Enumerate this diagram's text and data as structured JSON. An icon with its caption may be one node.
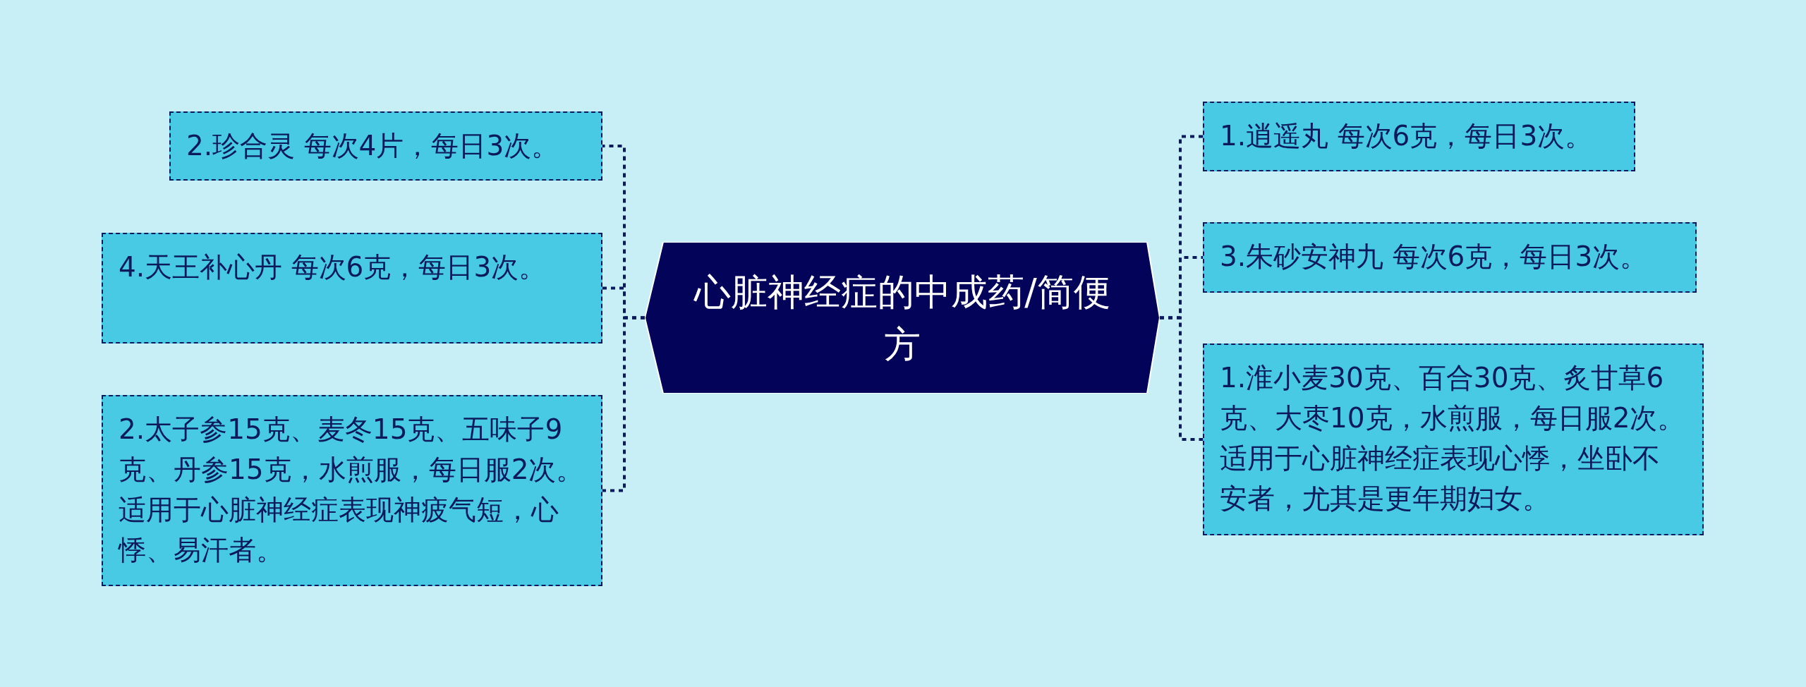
{
  "diagram": {
    "nodes": [
      {
        "text": [
          "心脏神经症的中成药/简便方"
        ]
      },
      {
        "text": [
          "2.珍合灵 每次4片，每日3次。"
        ]
      },
      {
        "text": [
          "4.天王补心丹 每次6克，每日3次。"
        ]
      },
      {
        "text": [
          "2.太子参15克、麦冬15克、五味子9克、丹参15克，水煎服，每日服2次。适用于心脏神经症表现神疲气短，心悸、易汗者。"
        ]
      },
      {
        "text": [
          "1.逍遥丸 每次6克，每日3次。"
        ]
      },
      {
        "text": [
          "3.朱砂安神九 每次6克，每日3次。"
        ]
      },
      {
        "text": [
          "1.淮小麦30克、百合30克、炙甘草6克、大枣10克，水煎服，每日服2次。适用于心脏神经症表现心悸，坐卧不安者，尤其是更年期妇女。"
        ]
      }
    ],
    "edges": [
      {
        "from": 0,
        "to": 1,
        "arrow": "none"
      },
      {
        "from": 0,
        "to": 2,
        "arrow": "none"
      },
      {
        "from": 0,
        "to": 3,
        "arrow": "none"
      },
      {
        "from": 0,
        "to": 4,
        "arrow": "none"
      },
      {
        "from": 0,
        "to": 5,
        "arrow": "none"
      },
      {
        "from": 0,
        "to": 6,
        "arrow": "none"
      }
    ]
  }
}
